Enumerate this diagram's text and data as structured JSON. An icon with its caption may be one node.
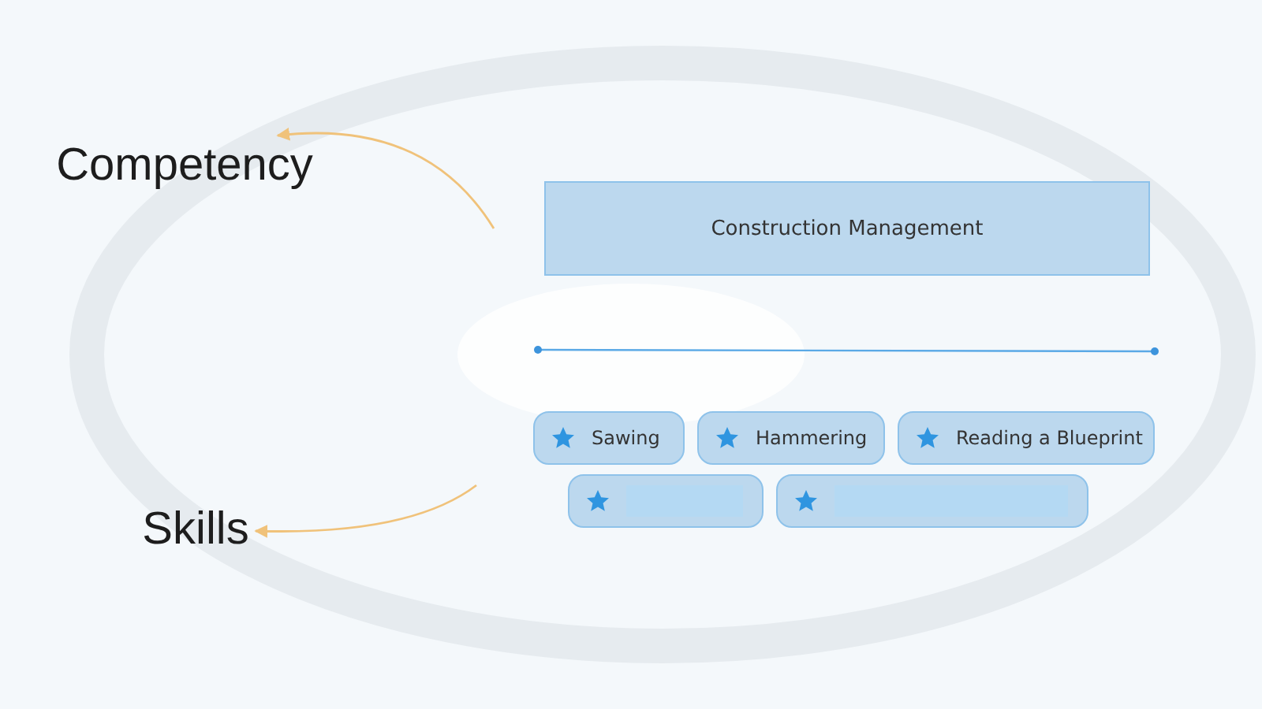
{
  "diagram": {
    "nodes": [
      {
        "text": [
          "Competency"
        ]
      },
      {
        "text": [
          "Construction Management"
        ]
      },
      {
        "text": [
          "Sawing"
        ]
      },
      {
        "text": [
          "Hammering"
        ]
      },
      {
        "text": [
          "Reading a Blueprint"
        ]
      },
      {
        "text": [],
        "shape": "box"
      },
      {
        "text": [],
        "shape": "box"
      },
      {
        "text": [
          "Skills"
        ]
      }
    ],
    "edges": [
      {
        "from": null,
        "to": 0,
        "arrow": "to"
      },
      {
        "from": null,
        "to": 7,
        "arrow": "to"
      }
    ]
  }
}
